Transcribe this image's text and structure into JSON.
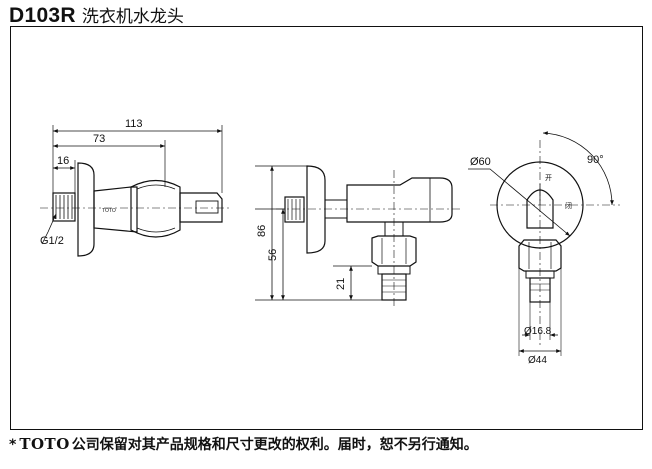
{
  "header": {
    "model": "D103R",
    "product_name": "洗衣机水龙头"
  },
  "dimensions": {
    "overall_length": "113",
    "body_length": "73",
    "inlet_length": "16",
    "thread": "G1/2",
    "total_height": "86",
    "outlet_height": "56",
    "outlet_nozzle_height": "21",
    "flange_diameter": "Ø60",
    "rotation_angle": "90°",
    "nozzle_diameter": "Ø16.8",
    "outlet_diameter": "Ø44"
  },
  "handle_marks": {
    "open": "开",
    "close": "闭"
  },
  "product_logo": "TOTO",
  "footer": {
    "asterisk": "*",
    "brand": "TOTO",
    "notice": "公司保留对其产品规格和尺寸更改的权利。届时，恕不另行通知。"
  }
}
